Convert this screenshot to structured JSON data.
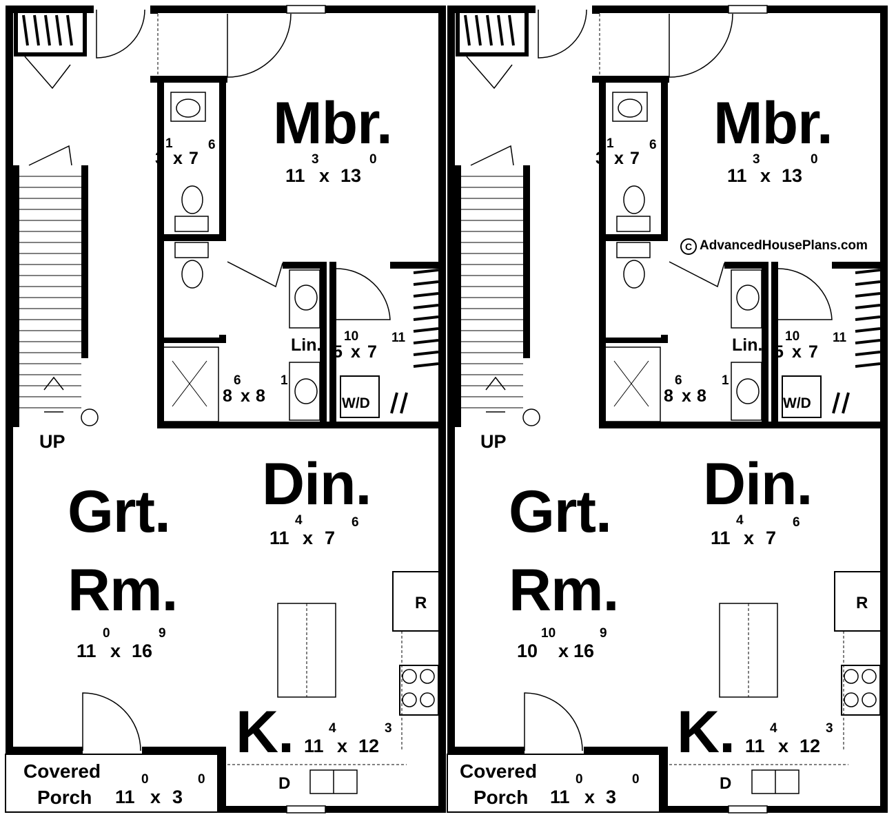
{
  "watermark": "AdvancedHousePlans.com",
  "watermark_mark": "C",
  "units": [
    {
      "mbr": {
        "name": "Mbr.",
        "w": "11",
        "w_sup": "3",
        "h": "13",
        "h_sup": "0"
      },
      "bath1": {
        "w": "3",
        "w_sup": "1",
        "h": "7",
        "h_sup": "6"
      },
      "bath2": {
        "w": "8",
        "w_sup": "6",
        "h": "8",
        "h_sup": "1"
      },
      "laundry": {
        "w": "5",
        "w_sup": "10",
        "h": "7",
        "h_sup": "11"
      },
      "lin": "Lin.",
      "wd": "W/D",
      "up": "UP",
      "din": {
        "name": "Din.",
        "w": "11",
        "w_sup": "4",
        "h": "7",
        "h_sup": "6"
      },
      "grt": {
        "name1": "Grt.",
        "name2": "Rm.",
        "w": "11",
        "w_sup": "0",
        "h": "16",
        "h_sup": "9"
      },
      "kit": {
        "name": "K.",
        "w": "11",
        "w_sup": "4",
        "h": "12",
        "h_sup": "3"
      },
      "fridge": "R",
      "dw": "D",
      "porch": {
        "name1": "Covered",
        "name2": "Porch",
        "w": "11",
        "w_sup": "0",
        "h": "3",
        "h_sup": "0"
      },
      "x_sep": "x"
    },
    {
      "mbr": {
        "name": "Mbr.",
        "w": "11",
        "w_sup": "3",
        "h": "13",
        "h_sup": "0"
      },
      "bath1": {
        "w": "3",
        "w_sup": "1",
        "h": "7",
        "h_sup": "6"
      },
      "bath2": {
        "w": "8",
        "w_sup": "6",
        "h": "8",
        "h_sup": "1"
      },
      "laundry": {
        "w": "5",
        "w_sup": "10",
        "h": "7",
        "h_sup": "11"
      },
      "lin": "Lin.",
      "wd": "W/D",
      "up": "UP",
      "din": {
        "name": "Din.",
        "w": "11",
        "w_sup": "4",
        "h": "7",
        "h_sup": "6"
      },
      "grt": {
        "name1": "Grt.",
        "name2": "Rm.",
        "w": "10",
        "w_sup": "10",
        "h": "16",
        "h_sup": "9"
      },
      "kit": {
        "name": "K.",
        "w": "11",
        "w_sup": "4",
        "h": "12",
        "h_sup": "3"
      },
      "fridge": "R",
      "dw": "D",
      "porch": {
        "name1": "Covered",
        "name2": "Porch",
        "w": "11",
        "w_sup": "0",
        "h": "3",
        "h_sup": "0"
      },
      "x_sep": "x"
    }
  ]
}
